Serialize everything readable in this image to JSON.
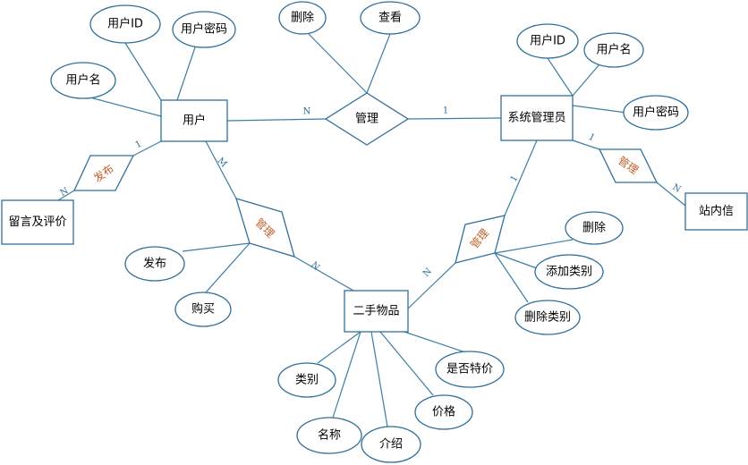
{
  "entities": {
    "user": "用户",
    "admin": "系统管理员",
    "comment": "留言及评价",
    "message": "站内信",
    "item": "二手物品"
  },
  "attributes": {
    "user_id": "用户ID",
    "user_pwd": "用户密码",
    "user_name": "用户名",
    "m_delete": "删除",
    "m_view": "查看",
    "admin_id": "用户ID",
    "admin_name": "用户名",
    "admin_pwd": "用户密码",
    "r_delete": "删除",
    "add_cat": "添加类别",
    "del_cat": "删除类别",
    "publish": "发布",
    "buy": "购买",
    "category": "类别",
    "name": "名称",
    "intro": "介绍",
    "price": "价格",
    "special": "是否特价"
  },
  "relationships": {
    "manage_top": "管理",
    "publish_rel": "发布",
    "manage_left": "管理",
    "manage_right": "管理",
    "manage_msg": "管理"
  },
  "cardinalities": {
    "c1": "N",
    "c2": "1",
    "c3": "1",
    "c4": "N",
    "c5": "M",
    "c6": "N",
    "c7": "1",
    "c8": "N",
    "c9": "1",
    "c10": "N"
  }
}
